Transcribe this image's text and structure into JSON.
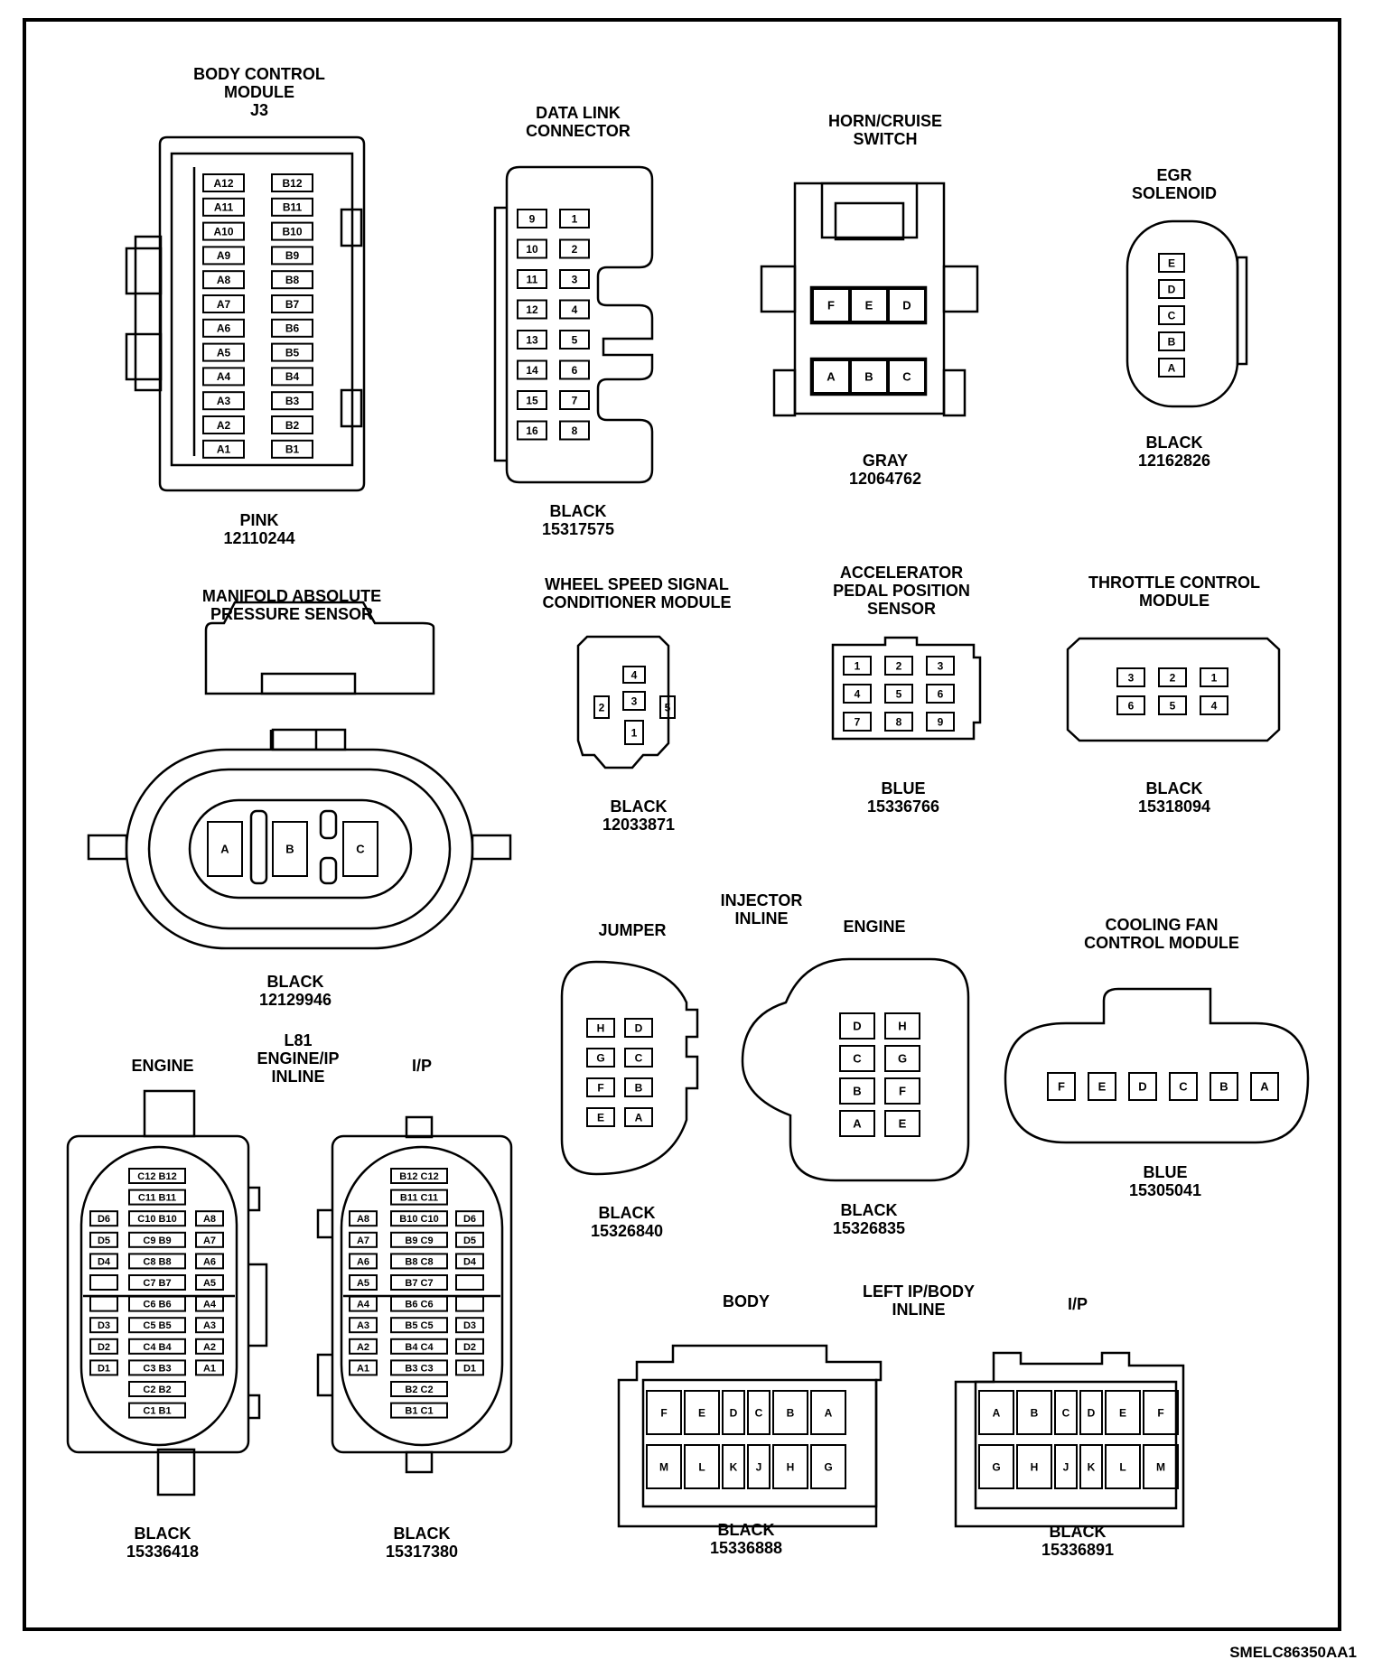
{
  "connectors": [
    {
      "key": "bcm",
      "title": [
        "BODY CONTROL",
        "MODULE",
        "J3"
      ],
      "color": "PINK",
      "part": "12110244",
      "pins_a": [
        "A12",
        "A11",
        "A10",
        "A9",
        "A8",
        "A7",
        "A6",
        "A5",
        "A4",
        "A3",
        "A2",
        "A1"
      ],
      "pins_b": [
        "B12",
        "B11",
        "B10",
        "B9",
        "B8",
        "B7",
        "B6",
        "B5",
        "B4",
        "B3",
        "B2",
        "B1"
      ]
    },
    {
      "key": "dlc",
      "title": [
        "DATA LINK",
        "CONNECTOR"
      ],
      "color": "BLACK",
      "part": "15317575",
      "pins_left": [
        "9",
        "10",
        "11",
        "12",
        "13",
        "14",
        "15",
        "16"
      ],
      "pins_right": [
        "1",
        "2",
        "3",
        "4",
        "5",
        "6",
        "7",
        "8"
      ]
    },
    {
      "key": "horn",
      "title": [
        "HORN/CRUISE",
        "SWITCH"
      ],
      "color": "GRAY",
      "part": "12064762",
      "pins_top": [
        "F",
        "E",
        "D"
      ],
      "pins_bottom": [
        "A",
        "B",
        "C"
      ]
    },
    {
      "key": "egr",
      "title": [
        "EGR",
        "SOLENOID"
      ],
      "color": "BLACK",
      "part": "12162826",
      "pins": [
        "E",
        "D",
        "C",
        "B",
        "A"
      ]
    },
    {
      "key": "map",
      "title": [
        "MANIFOLD ABSOLUTE",
        "PRESSURE SENSOR"
      ],
      "color": "BLACK",
      "part": "12129946",
      "pins": [
        "A",
        "B",
        "C"
      ]
    },
    {
      "key": "wss",
      "title": [
        "WHEEL SPEED SIGNAL",
        "CONDITIONER MODULE"
      ],
      "color": "BLACK",
      "part": "12033871",
      "pins": [
        "4",
        "2",
        "3",
        "5",
        "1"
      ]
    },
    {
      "key": "apps",
      "title": [
        "ACCELERATOR",
        "PEDAL POSITION",
        "SENSOR"
      ],
      "color": "BLUE",
      "part": "15336766",
      "pins": [
        "1",
        "2",
        "3",
        "4",
        "5",
        "6",
        "7",
        "8",
        "9"
      ]
    },
    {
      "key": "tcm",
      "title": [
        "THROTTLE CONTROL",
        "MODULE"
      ],
      "color": "BLACK",
      "part": "15318094",
      "pins_top": [
        "3",
        "2",
        "1"
      ],
      "pins_bottom": [
        "6",
        "5",
        "4"
      ]
    },
    {
      "key": "injector",
      "title": [
        "INJECTOR",
        "INLINE"
      ]
    },
    {
      "key": "jumper",
      "title": [
        "JUMPER"
      ],
      "color": "BLACK",
      "part": "15326840",
      "pins": [
        [
          "H",
          "D"
        ],
        [
          "G",
          "C"
        ],
        [
          "F",
          "B"
        ],
        [
          "E",
          "A"
        ]
      ]
    },
    {
      "key": "inj_engine",
      "title": [
        "ENGINE"
      ],
      "color": "BLACK",
      "part": "15326835",
      "pins": [
        [
          "D",
          "H"
        ],
        [
          "C",
          "G"
        ],
        [
          "B",
          "F"
        ],
        [
          "A",
          "E"
        ]
      ]
    },
    {
      "key": "cfm",
      "title": [
        "COOLING FAN",
        "CONTROL MODULE"
      ],
      "color": "BLUE",
      "part": "15305041",
      "pins": [
        "F",
        "E",
        "D",
        "C",
        "B",
        "A"
      ]
    },
    {
      "key": "l81",
      "title": [
        "L81",
        "ENGINE/IP",
        "INLINE"
      ]
    },
    {
      "key": "l81_engine",
      "title": [
        "ENGINE"
      ],
      "color": "BLACK",
      "part": "15336418",
      "rows": [
        [
          "",
          "C12 B12",
          ""
        ],
        [
          "",
          "C11 B11",
          ""
        ],
        [
          "D6",
          "C10 B10",
          "A8"
        ],
        [
          "D5",
          "C9 B9",
          "A7"
        ],
        [
          "D4",
          "C8 B8",
          "A6"
        ],
        [
          "",
          "C7 B7",
          "A5"
        ],
        [
          "",
          "C6 B6",
          "A4"
        ],
        [
          "D3",
          "C5 B5",
          "A3"
        ],
        [
          "D2",
          "C4 B4",
          "A2"
        ],
        [
          "D1",
          "C3 B3",
          "A1"
        ],
        [
          "",
          "C2 B2",
          ""
        ],
        [
          "",
          "C1 B1",
          ""
        ]
      ]
    },
    {
      "key": "l81_ip",
      "title": [
        "I/P"
      ],
      "color": "BLACK",
      "part": "15317380",
      "rows": [
        [
          "",
          "B12 C12",
          ""
        ],
        [
          "",
          "B11 C11",
          ""
        ],
        [
          "A8",
          "B10 C10",
          "D6"
        ],
        [
          "A7",
          "B9 C9",
          "D5"
        ],
        [
          "A6",
          "B8 C8",
          "D4"
        ],
        [
          "A5",
          "B7 C7",
          ""
        ],
        [
          "A4",
          "B6 C6",
          ""
        ],
        [
          "A3",
          "B5 C5",
          "D3"
        ],
        [
          "A2",
          "B4 C4",
          "D2"
        ],
        [
          "A1",
          "B3 C3",
          "D1"
        ],
        [
          "",
          "B2 C2",
          ""
        ],
        [
          "",
          "B1 C1",
          ""
        ]
      ]
    },
    {
      "key": "leftip",
      "title": [
        "LEFT IP/BODY",
        "INLINE"
      ]
    },
    {
      "key": "body",
      "title": [
        "BODY"
      ],
      "color": "BLACK",
      "part": "15336888",
      "pins_top": [
        "F",
        "E",
        "D",
        "C",
        "B",
        "A"
      ],
      "pins_bottom": [
        "M",
        "L",
        "K",
        "J",
        "H",
        "G"
      ]
    },
    {
      "key": "ip",
      "title": [
        "I/P"
      ],
      "color": "BLACK",
      "part": "15336891",
      "pins_top": [
        "A",
        "B",
        "C",
        "D",
        "E",
        "F"
      ],
      "pins_bottom": [
        "G",
        "H",
        "J",
        "K",
        "L",
        "M"
      ]
    }
  ],
  "footer_code": "SMELC86350AA1"
}
